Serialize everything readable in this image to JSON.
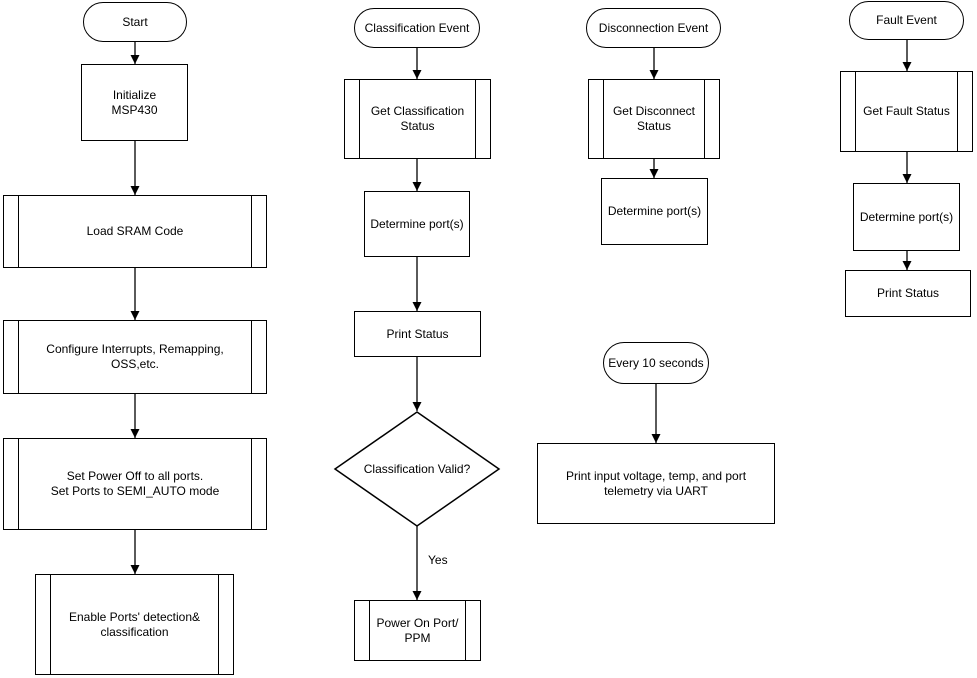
{
  "nodes": {
    "start": "Start",
    "init": "Initialize\nMSP430",
    "load_sram": "Load SRAM Code",
    "configure": "Configure Interrupts, Remapping,\nOSS,etc.",
    "set_power": "Set Power Off to all ports.\nSet Ports to SEMI_AUTO mode",
    "enable_ports": "Enable Ports' detection&\nclassification",
    "class_event": "Classification Event",
    "get_class": "Get Classification\nStatus",
    "class_determine": "Determine port(s)",
    "class_print": "Print Status",
    "class_valid": "Classification Valid?",
    "power_on": "Power On Port/\nPPM",
    "disc_event": "Disconnection Event",
    "get_disc": "Get Disconnect\nStatus",
    "disc_determine": "Determine port(s)",
    "every10": "Every 10 seconds",
    "print_telemetry": "Print input voltage, temp, and port\ntelemetry via UART",
    "fault_event": "Fault Event",
    "get_fault": "Get Fault Status",
    "fault_determine": "Determine port(s)",
    "fault_print": "Print Status"
  },
  "edge_labels": {
    "yes": "Yes"
  }
}
